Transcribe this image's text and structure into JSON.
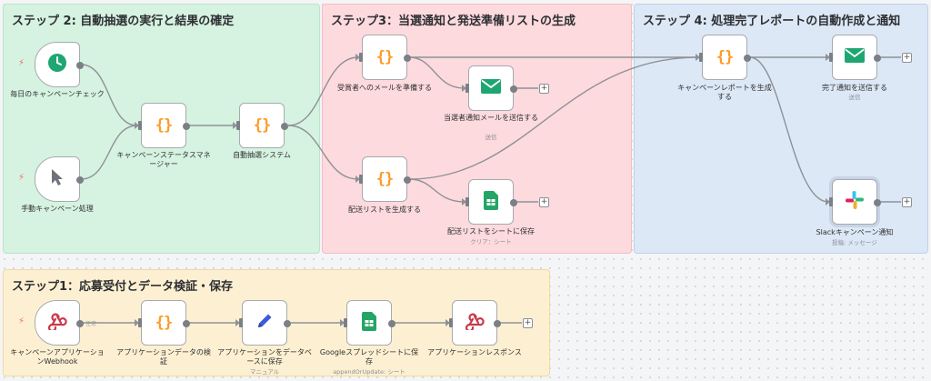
{
  "stickies": {
    "s2": "ステップ 2: 自動抽選の実行と結果の確定",
    "s3": "ステップ3：当選通知と発送準備リストの生成",
    "s4": "ステップ 4: 処理完了レポートの自動作成と通知",
    "s1": "ステップ1：応募受付とデータ検証・保存"
  },
  "nodes": {
    "daily_check": {
      "label": "毎日のキャンペーンチェック",
      "icon": "clock-icon"
    },
    "manual": {
      "label": "手動キャンペーン処理",
      "icon": "cursor-icon"
    },
    "status_manager": {
      "label": "キャンペーンステータスマネージャー",
      "icon": "code-braces-icon"
    },
    "lottery": {
      "label": "自動抽選システム",
      "icon": "code-braces-icon"
    },
    "prep_mail": {
      "label": "受賞者へのメールを準備する",
      "icon": "code-braces-icon"
    },
    "send_winner_mail": {
      "label": "当選者通知メールを送信する",
      "sub": "送信",
      "icon": "mail-icon"
    },
    "gen_list": {
      "label": "配送リストを生成する",
      "icon": "code-braces-icon"
    },
    "save_list": {
      "label": "配送リストをシートに保存",
      "sub": "クリア：シート",
      "icon": "sheets-icon"
    },
    "gen_report": {
      "label": "キャンペーンレポートを生成する",
      "icon": "code-braces-icon"
    },
    "send_done": {
      "label": "完了通知を送信する",
      "sub": "送信",
      "icon": "mail-icon"
    },
    "slack": {
      "label": "Slackキャンペーン通知",
      "sub": "投稿: メッセージ",
      "icon": "slack-icon"
    },
    "webhook": {
      "label": "キャンペーンアプリケーションWebhook",
      "icon": "webhook-icon"
    },
    "validate": {
      "label": "アプリケーションデータの検証",
      "icon": "code-braces-icon"
    },
    "save_db": {
      "label": "アプリケーションをデータベースに保存",
      "sub": "マニュアル",
      "icon": "pen-icon"
    },
    "save_sheet": {
      "label": "Googleスプレッドシートに保存",
      "sub": "appendOrUpdate: シート",
      "icon": "sheets-icon"
    },
    "response": {
      "label": "アプリケーションレスポンス",
      "icon": "webhook-icon"
    }
  },
  "connection_labels": {
    "webhook_to_validate": "任意"
  },
  "colors": {
    "brace": "#ff9b26",
    "mail": "#1ea672",
    "sheets": "#23a566",
    "pen": "#3d5bd9",
    "webhook": "#c83a4a",
    "trigger_bolt": "#ff6b5b"
  }
}
